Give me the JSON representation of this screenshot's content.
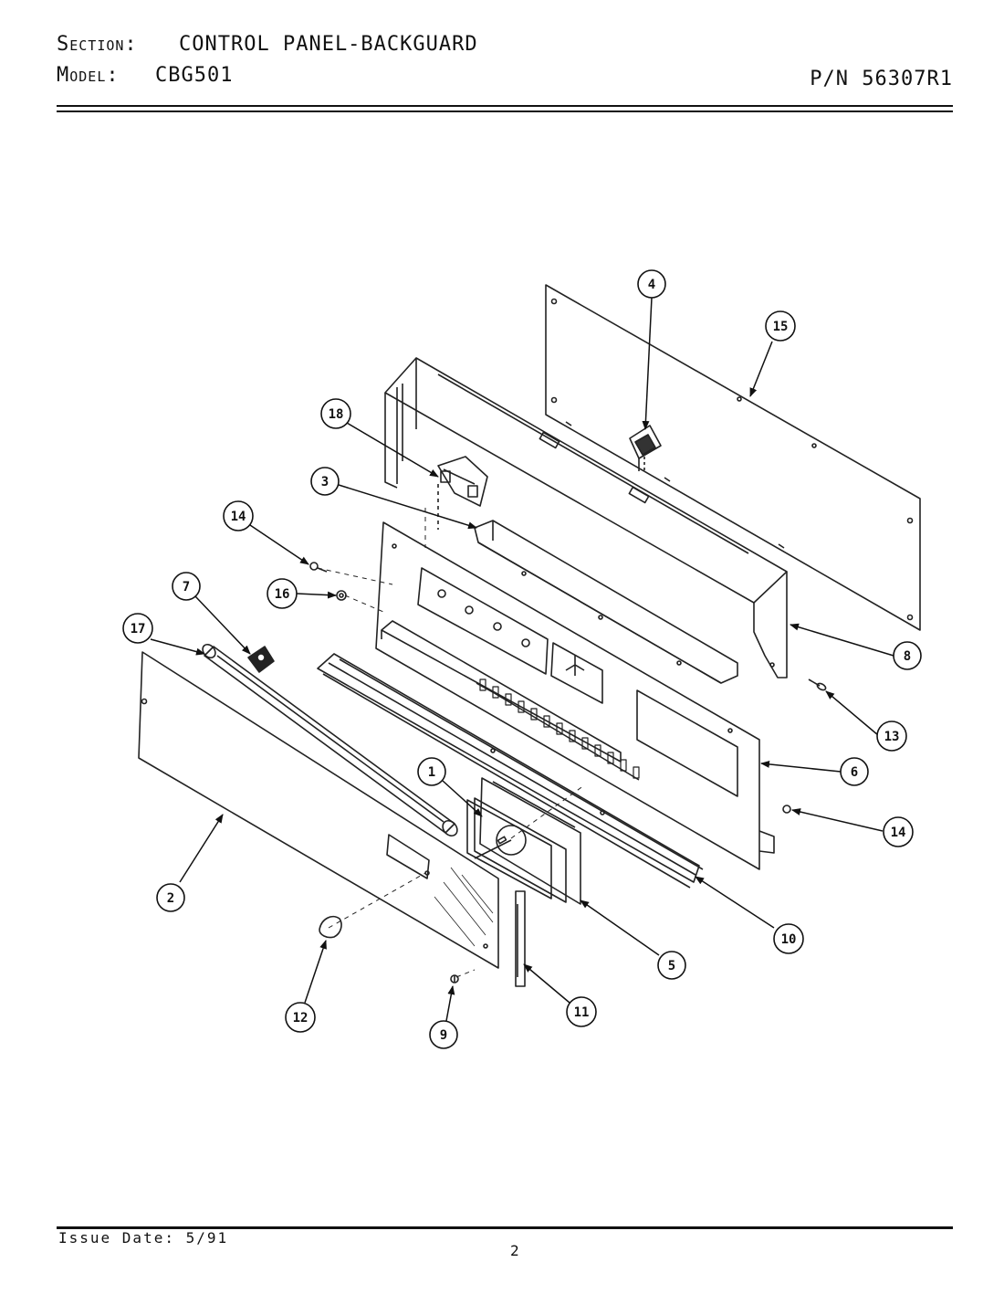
{
  "header": {
    "section_label": "Section:",
    "section_value": "CONTROL PANEL-BACKGUARD",
    "model_label": "Model:",
    "model_value": "CBG501",
    "part_number": "P/N 56307R1"
  },
  "footer": {
    "issue_date": "Issue Date: 5/91",
    "page_number": "2"
  },
  "callouts": [
    {
      "id": "1",
      "label": "1"
    },
    {
      "id": "2",
      "label": "2"
    },
    {
      "id": "3",
      "label": "3"
    },
    {
      "id": "4",
      "label": "4"
    },
    {
      "id": "5",
      "label": "5"
    },
    {
      "id": "6",
      "label": "6"
    },
    {
      "id": "7",
      "label": "7"
    },
    {
      "id": "8",
      "label": "8"
    },
    {
      "id": "9",
      "label": "9"
    },
    {
      "id": "10",
      "label": "10"
    },
    {
      "id": "11",
      "label": "11"
    },
    {
      "id": "12",
      "label": "12"
    },
    {
      "id": "13",
      "label": "13"
    },
    {
      "id": "14a",
      "label": "14"
    },
    {
      "id": "14b",
      "label": "14"
    },
    {
      "id": "15",
      "label": "15"
    },
    {
      "id": "16",
      "label": "16"
    },
    {
      "id": "17",
      "label": "17"
    },
    {
      "id": "18",
      "label": "18"
    }
  ]
}
